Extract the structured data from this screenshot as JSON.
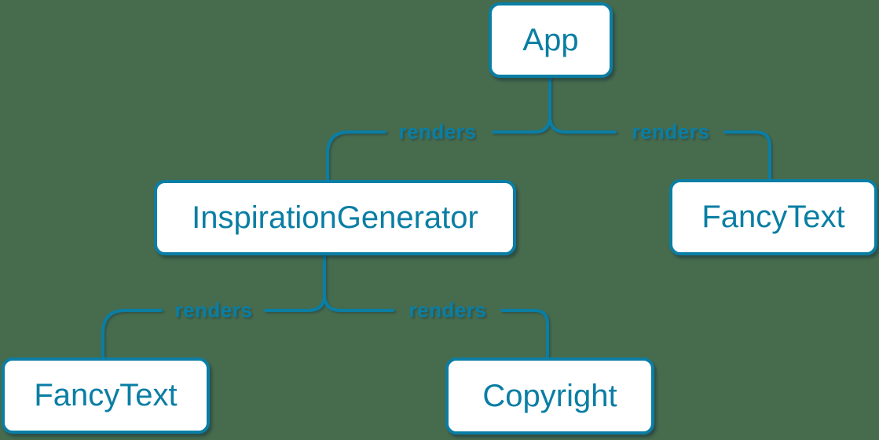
{
  "diagram": {
    "type": "component-tree",
    "colors": {
      "background": "#476B4D",
      "accent_blue": "#0A7EA4",
      "node_fill": "#FFFFFF",
      "shadow": "rgba(18,44,59,0.45)"
    },
    "nodes": {
      "app": {
        "label": "App"
      },
      "inspiration_generator": {
        "label": "InspirationGenerator"
      },
      "fancy_text_right": {
        "label": "FancyText"
      },
      "fancy_text_left": {
        "label": "FancyText"
      },
      "copyright": {
        "label": "Copyright"
      }
    },
    "edges": {
      "app_to_inspiration_generator": {
        "label": "renders"
      },
      "app_to_fancy_text": {
        "label": "renders"
      },
      "inspiration_generator_to_fancy_text": {
        "label": "renders"
      },
      "inspiration_generator_to_copyright": {
        "label": "renders"
      }
    }
  }
}
